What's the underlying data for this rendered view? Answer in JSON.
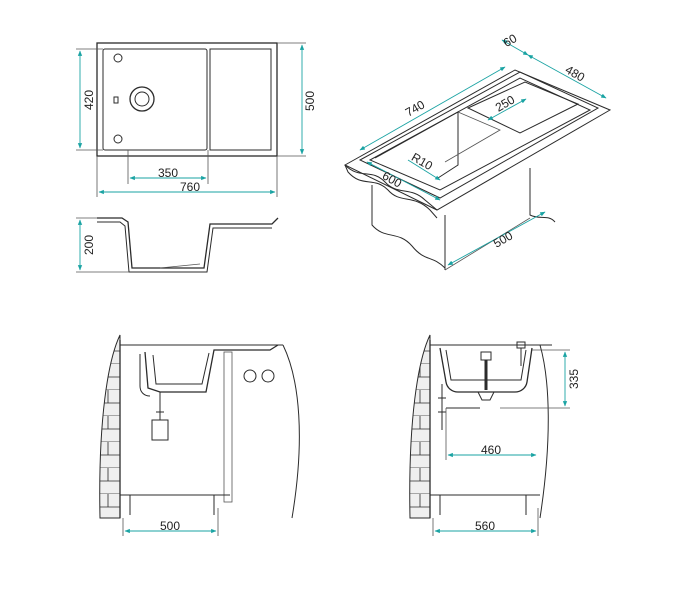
{
  "top_view": {
    "height_outer": "500",
    "height_bowl": "420",
    "width_bowl": "350",
    "width_total": "760"
  },
  "section_view": {
    "depth": "200"
  },
  "iso_view": {
    "thickness": "60",
    "cabinet_width": "480",
    "length": "740",
    "drain_width": "250",
    "radius": "R10",
    "depth": "600",
    "cabinet_depth": "500"
  },
  "install_front": {
    "cabinet": "500"
  },
  "install_side": {
    "height": "335",
    "offset": "460",
    "cabinet": "560"
  }
}
